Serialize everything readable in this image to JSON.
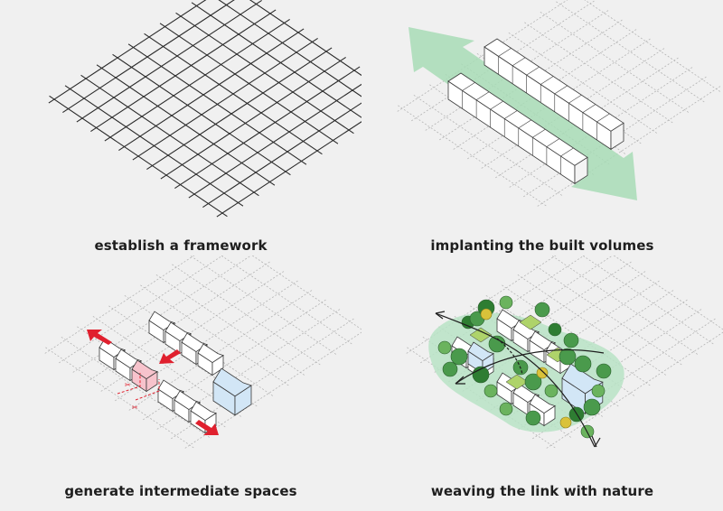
{
  "panels": [
    {
      "caption": "establish a framework"
    },
    {
      "caption": "implanting the built volumes"
    },
    {
      "caption": "generate intermediate spaces"
    },
    {
      "caption": "weaving the link with nature"
    }
  ],
  "colors": {
    "background": "#f0f0f0",
    "grid_dark": "#2a2a2a",
    "grid_light": "#b4b4b4",
    "flow_arrow": "#a8dcb6",
    "red_arrow": "#e0202e",
    "pink_volume": "#f7c3cc",
    "blue_volume": "#d2e6f6",
    "tree_green": "#4a9a4c",
    "park_green": "#b9e3c6",
    "roof_green": "#aed36a",
    "yellow_tree": "#d9c23a"
  },
  "icons": [
    "grid-framework",
    "flow-arrow",
    "red-arrow-icon",
    "scissor-icon",
    "tree-icon"
  ]
}
